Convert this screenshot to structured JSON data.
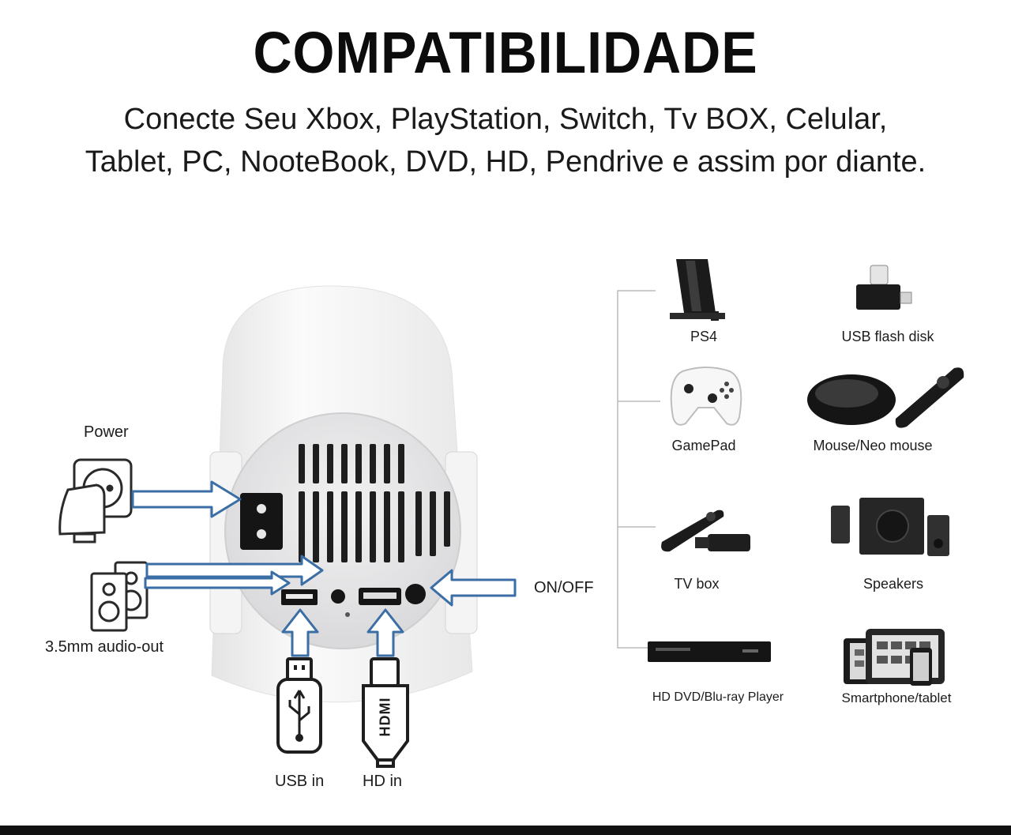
{
  "header": {
    "title": "COMPATIBILIDADE",
    "subtitle_line1": "Conecte Seu Xbox, PlayStation, Switch, Tv BOX,  Celular,",
    "subtitle_line2": "Tablet, PC, NooteBook, DVD, HD, Pendrive e assim por diante."
  },
  "ports": {
    "power": "Power",
    "audio_out": "3.5mm audio-out",
    "on_off": "ON/OFF",
    "usb_in": "USB in",
    "hd_in": "HD in",
    "hdmi_plug_text": "HDMI"
  },
  "devices": [
    {
      "label": "PS4",
      "icon": "ps4-console-icon"
    },
    {
      "label": "USB flash disk",
      "icon": "usb-flash-disk-icon"
    },
    {
      "label": "GamePad",
      "icon": "gamepad-icon"
    },
    {
      "label": "Mouse/Neo mouse",
      "icon": "mouse-icon"
    },
    {
      "label": "TV box",
      "icon": "tv-box-icon"
    },
    {
      "label": "Speakers",
      "icon": "speakers-icon"
    },
    {
      "label": "HD DVD/Blu-ray Player",
      "icon": "bluray-player-icon"
    },
    {
      "label": "Smartphone/tablet",
      "icon": "smartphone-tablet-icon"
    }
  ],
  "colors": {
    "arrow": "#3a6ea5",
    "arrow_fill": "#ffffff",
    "device_body": "#f1f1f1",
    "panel": "#e9e9ea",
    "dark": "#1b1b1b"
  }
}
